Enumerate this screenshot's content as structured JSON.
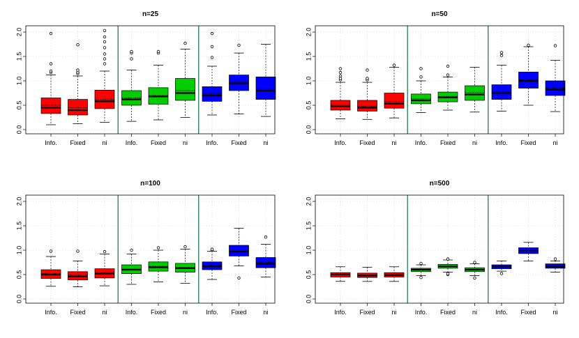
{
  "colors": {
    "red": "#ff0000",
    "green": "#00cc00",
    "blue": "#0000ff",
    "separator": "#2e8b57"
  },
  "chart_data": [
    {
      "type": "box",
      "title": "n=25",
      "ylim": [
        0,
        2.0
      ],
      "yticks": [
        "0.0",
        "0.5",
        "1.0",
        "1.5",
        "2.0"
      ],
      "categories": [
        "Info.",
        "Fixed",
        "ni",
        "Info.",
        "Fixed",
        "ni",
        "Info.",
        "Fixed",
        "ni"
      ],
      "box_colors": [
        "red",
        "red",
        "red",
        "green",
        "green",
        "green",
        "blue",
        "blue",
        "blue"
      ],
      "separators_after": [
        3,
        6
      ],
      "boxes": [
        {
          "min": 0.1,
          "q1": 0.33,
          "median": 0.45,
          "mean": 0.5,
          "q3": 0.65,
          "max": 1.12,
          "outliers": [
            1.17,
            1.2,
            1.35,
            1.97
          ]
        },
        {
          "min": 0.12,
          "q1": 0.3,
          "median": 0.4,
          "mean": 0.45,
          "q3": 0.62,
          "max": 1.1,
          "outliers": [
            1.15,
            1.18,
            1.22,
            1.74
          ]
        },
        {
          "min": 0.15,
          "q1": 0.43,
          "median": 0.58,
          "mean": 0.62,
          "q3": 0.81,
          "max": 1.2,
          "outliers": [
            1.35,
            1.45,
            1.55,
            1.68,
            1.8,
            1.9,
            2.03
          ]
        },
        {
          "min": 0.17,
          "q1": 0.5,
          "median": 0.62,
          "mean": 0.65,
          "q3": 0.8,
          "max": 1.22,
          "outliers": [
            1.45,
            1.57,
            1.6
          ]
        },
        {
          "min": 0.2,
          "q1": 0.52,
          "median": 0.68,
          "mean": 0.7,
          "q3": 0.86,
          "max": 1.32,
          "outliers": [
            1.57,
            1.6
          ]
        },
        {
          "min": 0.25,
          "q1": 0.6,
          "median": 0.75,
          "mean": 0.8,
          "q3": 1.05,
          "max": 1.65,
          "outliers": [
            1.77
          ]
        },
        {
          "min": 0.3,
          "q1": 0.58,
          "median": 0.7,
          "mean": 0.74,
          "q3": 0.88,
          "max": 1.3,
          "outliers": [
            1.48,
            1.7,
            1.97
          ]
        },
        {
          "min": 0.32,
          "q1": 0.8,
          "median": 0.95,
          "mean": 0.98,
          "q3": 1.12,
          "max": 1.57,
          "outliers": [
            1.73
          ]
        },
        {
          "min": 0.27,
          "q1": 0.62,
          "median": 0.8,
          "mean": 0.83,
          "q3": 1.08,
          "max": 1.75,
          "outliers": []
        }
      ]
    },
    {
      "type": "box",
      "title": "n=50",
      "ylim": [
        0,
        2.0
      ],
      "yticks": [
        "0.0",
        "0.5",
        "1.0",
        "1.5",
        "2.0"
      ],
      "categories": [
        "Info.",
        "Fixed",
        "ni",
        "Info.",
        "Fixed",
        "ni",
        "Info.",
        "Fixed",
        "ni"
      ],
      "box_colors": [
        "red",
        "red",
        "red",
        "green",
        "green",
        "green",
        "blue",
        "blue",
        "blue"
      ],
      "separators_after": [
        3,
        6
      ],
      "boxes": [
        {
          "min": 0.22,
          "q1": 0.4,
          "median": 0.48,
          "mean": 0.52,
          "q3": 0.6,
          "max": 0.97,
          "outliers": [
            1.02,
            1.05,
            1.1,
            1.17,
            1.25
          ]
        },
        {
          "min": 0.21,
          "q1": 0.38,
          "median": 0.45,
          "mean": 0.48,
          "q3": 0.6,
          "max": 0.97,
          "outliers": [
            1.02,
            1.05,
            1.22
          ]
        },
        {
          "min": 0.24,
          "q1": 0.44,
          "median": 0.53,
          "mean": 0.57,
          "q3": 0.75,
          "max": 1.28,
          "outliers": [
            1.32
          ]
        },
        {
          "min": 0.35,
          "q1": 0.53,
          "median": 0.6,
          "mean": 0.63,
          "q3": 0.73,
          "max": 1.0,
          "outliers": [
            1.08,
            1.25
          ]
        },
        {
          "min": 0.4,
          "q1": 0.57,
          "median": 0.66,
          "mean": 0.68,
          "q3": 0.77,
          "max": 1.08,
          "outliers": [
            1.12,
            1.3
          ]
        },
        {
          "min": 0.36,
          "q1": 0.6,
          "median": 0.72,
          "mean": 0.76,
          "q3": 0.9,
          "max": 1.28,
          "outliers": []
        },
        {
          "min": 0.38,
          "q1": 0.62,
          "median": 0.75,
          "mean": 0.78,
          "q3": 0.92,
          "max": 1.32,
          "outliers": [
            1.52,
            1.58
          ]
        },
        {
          "min": 0.5,
          "q1": 0.85,
          "median": 1.0,
          "mean": 1.02,
          "q3": 1.18,
          "max": 1.7,
          "outliers": [
            1.73
          ]
        },
        {
          "min": 0.37,
          "q1": 0.7,
          "median": 0.82,
          "mean": 0.85,
          "q3": 1.0,
          "max": 1.42,
          "outliers": [
            1.72
          ]
        }
      ]
    },
    {
      "type": "box",
      "title": "n=100",
      "ylim": [
        0,
        2.0
      ],
      "yticks": [
        "0.0",
        "0.5",
        "1.0",
        "1.5",
        "2.0"
      ],
      "categories": [
        "Info.",
        "Fixed",
        "ni",
        "Info.",
        "Fixed",
        "ni",
        "Info.",
        "Fixed",
        "ni"
      ],
      "box_colors": [
        "red",
        "red",
        "red",
        "green",
        "green",
        "green",
        "blue",
        "blue",
        "blue"
      ],
      "separators_after": [
        3,
        6
      ],
      "boxes": [
        {
          "min": 0.26,
          "q1": 0.42,
          "median": 0.5,
          "mean": 0.52,
          "q3": 0.6,
          "max": 0.87,
          "outliers": [
            0.98
          ]
        },
        {
          "min": 0.25,
          "q1": 0.39,
          "median": 0.46,
          "mean": 0.49,
          "q3": 0.56,
          "max": 0.78,
          "outliers": [
            0.98
          ]
        },
        {
          "min": 0.27,
          "q1": 0.43,
          "median": 0.52,
          "mean": 0.54,
          "q3": 0.62,
          "max": 0.92,
          "outliers": [
            0.97
          ]
        },
        {
          "min": 0.3,
          "q1": 0.52,
          "median": 0.6,
          "mean": 0.61,
          "q3": 0.7,
          "max": 0.92,
          "outliers": [
            1.0
          ]
        },
        {
          "min": 0.35,
          "q1": 0.57,
          "median": 0.65,
          "mean": 0.67,
          "q3": 0.76,
          "max": 1.0,
          "outliers": [
            1.05
          ]
        },
        {
          "min": 0.32,
          "q1": 0.55,
          "median": 0.63,
          "mean": 0.65,
          "q3": 0.73,
          "max": 1.02,
          "outliers": [
            1.07
          ]
        },
        {
          "min": 0.4,
          "q1": 0.6,
          "median": 0.67,
          "mean": 0.69,
          "q3": 0.76,
          "max": 0.98,
          "outliers": [
            1.0,
            1.02
          ]
        },
        {
          "min": 0.68,
          "q1": 0.88,
          "median": 0.97,
          "mean": 0.98,
          "q3": 1.1,
          "max": 1.45,
          "outliers": [
            0.43
          ]
        },
        {
          "min": 0.45,
          "q1": 0.64,
          "median": 0.72,
          "mean": 0.75,
          "q3": 0.85,
          "max": 1.12,
          "outliers": [
            1.27
          ]
        }
      ]
    },
    {
      "type": "box",
      "title": "n=500",
      "ylim": [
        0,
        2.0
      ],
      "yticks": [
        "0.0",
        "0.5",
        "1.0",
        "1.5",
        "2.0"
      ],
      "categories": [
        "Info.",
        "Fixed",
        "ni",
        "Info.",
        "Fixed",
        "ni",
        "Info.",
        "Fixed",
        "ni"
      ],
      "box_colors": [
        "red",
        "red",
        "red",
        "green",
        "green",
        "green",
        "blue",
        "blue",
        "blue"
      ],
      "separators_after": [
        3,
        6
      ],
      "boxes": [
        {
          "min": 0.36,
          "q1": 0.45,
          "median": 0.5,
          "mean": 0.5,
          "q3": 0.54,
          "max": 0.66,
          "outliers": []
        },
        {
          "min": 0.36,
          "q1": 0.44,
          "median": 0.48,
          "mean": 0.49,
          "q3": 0.53,
          "max": 0.65,
          "outliers": []
        },
        {
          "min": 0.36,
          "q1": 0.45,
          "median": 0.49,
          "mean": 0.5,
          "q3": 0.54,
          "max": 0.66,
          "outliers": []
        },
        {
          "min": 0.48,
          "q1": 0.56,
          "median": 0.6,
          "mean": 0.6,
          "q3": 0.63,
          "max": 0.7,
          "outliers": [
            0.44,
            0.73
          ]
        },
        {
          "min": 0.55,
          "q1": 0.63,
          "median": 0.67,
          "mean": 0.67,
          "q3": 0.71,
          "max": 0.8,
          "outliers": [
            0.5,
            0.52,
            0.82
          ]
        },
        {
          "min": 0.48,
          "q1": 0.56,
          "median": 0.6,
          "mean": 0.6,
          "q3": 0.64,
          "max": 0.72,
          "outliers": [
            0.43,
            0.75
          ]
        },
        {
          "min": 0.57,
          "q1": 0.62,
          "median": 0.66,
          "mean": 0.66,
          "q3": 0.7,
          "max": 0.78,
          "outliers": [
            0.52
          ]
        },
        {
          "min": 0.78,
          "q1": 0.93,
          "median": 0.99,
          "mean": 0.99,
          "q3": 1.05,
          "max": 1.16,
          "outliers": []
        },
        {
          "min": 0.55,
          "q1": 0.63,
          "median": 0.67,
          "mean": 0.67,
          "q3": 0.72,
          "max": 0.78,
          "outliers": [
            0.82
          ]
        }
      ]
    }
  ]
}
